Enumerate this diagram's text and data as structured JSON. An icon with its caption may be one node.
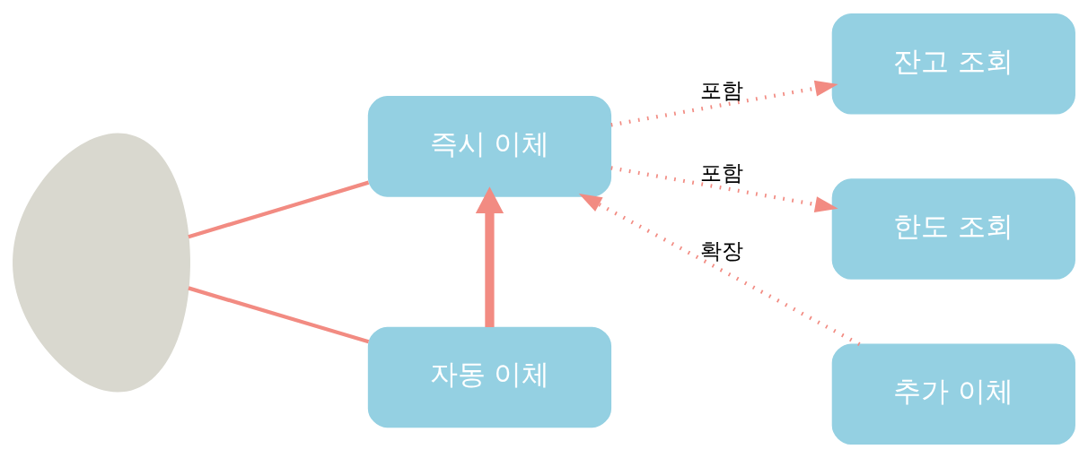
{
  "diagram": {
    "nodes": [
      {
        "text": [],
        "shape": "person"
      },
      {
        "text": [
          "즉시 이체"
        ]
      },
      {
        "text": [
          "자동 이체"
        ]
      },
      {
        "text": [
          "잔고 조회"
        ]
      },
      {
        "text": [
          "한도 조회"
        ]
      },
      {
        "text": [
          "추가 이체"
        ]
      }
    ],
    "edges": [
      {
        "from": 0,
        "to": 1,
        "arrow": "none"
      },
      {
        "from": 0,
        "to": 2,
        "arrow": "none"
      },
      {
        "from": 2,
        "to": 1,
        "arrow": "to",
        "style": "thick"
      },
      {
        "from": 1,
        "to": 3,
        "arrow": "to",
        "style": "dashed",
        "label": "포함"
      },
      {
        "from": 1,
        "to": 4,
        "arrow": "to",
        "style": "dashed",
        "label": "포함"
      },
      {
        "from": 5,
        "to": 1,
        "arrow": "to",
        "style": "dashed",
        "label": "확장"
      }
    ]
  }
}
